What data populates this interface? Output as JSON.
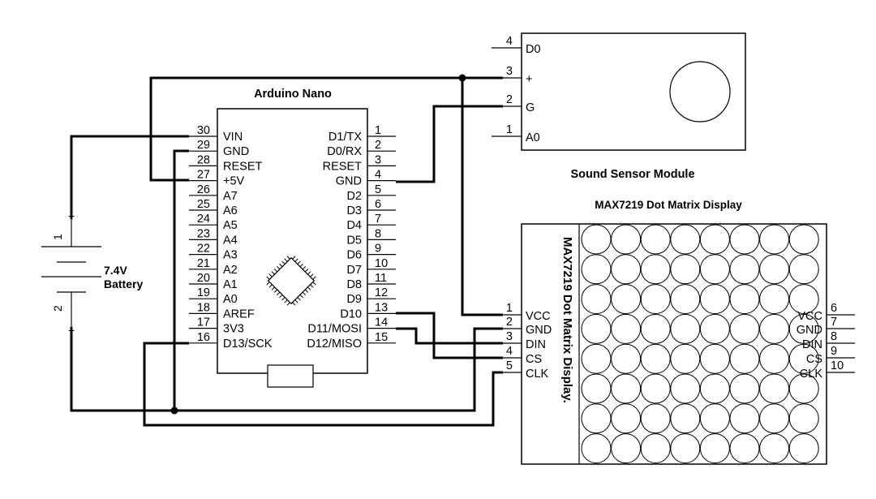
{
  "arduino": {
    "title": "Arduino Nano",
    "left_pins": [
      {
        "num": "30",
        "name": "VIN"
      },
      {
        "num": "29",
        "name": "GND"
      },
      {
        "num": "28",
        "name": "RESET"
      },
      {
        "num": "27",
        "name": "+5V"
      },
      {
        "num": "26",
        "name": "A7"
      },
      {
        "num": "25",
        "name": "A6"
      },
      {
        "num": "24",
        "name": "A5"
      },
      {
        "num": "23",
        "name": "A4"
      },
      {
        "num": "22",
        "name": "A3"
      },
      {
        "num": "21",
        "name": "A2"
      },
      {
        "num": "20",
        "name": "A1"
      },
      {
        "num": "19",
        "name": "A0"
      },
      {
        "num": "18",
        "name": "AREF"
      },
      {
        "num": "17",
        "name": "3V3"
      },
      {
        "num": "16",
        "name": "D13/SCK"
      }
    ],
    "right_pins": [
      {
        "num": "1",
        "name": "D1/TX"
      },
      {
        "num": "2",
        "name": "D0/RX"
      },
      {
        "num": "3",
        "name": "RESET"
      },
      {
        "num": "4",
        "name": "GND"
      },
      {
        "num": "5",
        "name": "D2"
      },
      {
        "num": "6",
        "name": "D3"
      },
      {
        "num": "7",
        "name": "D4"
      },
      {
        "num": "8",
        "name": "D5"
      },
      {
        "num": "9",
        "name": "D6"
      },
      {
        "num": "10",
        "name": "D7"
      },
      {
        "num": "11",
        "name": "D8"
      },
      {
        "num": "12",
        "name": "D9"
      },
      {
        "num": "13",
        "name": "D10"
      },
      {
        "num": "14",
        "name": "D11/MOSI"
      },
      {
        "num": "15",
        "name": "D12/MISO"
      }
    ]
  },
  "sound_sensor": {
    "title": "Sound Sensor Module",
    "pins": [
      {
        "num": "4",
        "name": "D0"
      },
      {
        "num": "3",
        "name": "+"
      },
      {
        "num": "2",
        "name": "G"
      },
      {
        "num": "1",
        "name": "A0"
      }
    ]
  },
  "max7219": {
    "title": "MAX7219 Dot Matrix Display",
    "vertical_label": "MAX7219 Dot Matrix Display.",
    "left_pins": [
      {
        "num": "1",
        "name": "VCC"
      },
      {
        "num": "2",
        "name": "GND"
      },
      {
        "num": "3",
        "name": "DIN"
      },
      {
        "num": "4",
        "name": "CS"
      },
      {
        "num": "5",
        "name": "CLK"
      }
    ],
    "right_pins": [
      {
        "num": "6",
        "name": "VCC"
      },
      {
        "num": "7",
        "name": "GND"
      },
      {
        "num": "8",
        "name": "DIN"
      },
      {
        "num": "9",
        "name": "CS"
      },
      {
        "num": "10",
        "name": "CLK"
      }
    ]
  },
  "battery": {
    "label_line1": "7.4V",
    "label_line2": "Battery",
    "pin_top": "1",
    "pin_bottom": "2",
    "plus_top": "+",
    "plus_bottom": "+"
  }
}
